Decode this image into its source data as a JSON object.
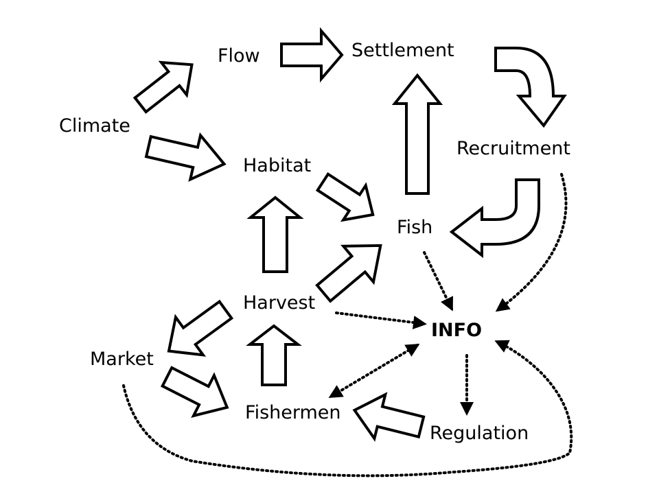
{
  "diagram": {
    "nodes": {
      "climate": "Climate",
      "flow": "Flow",
      "settlement": "Settlement",
      "recruitment": "Recruitment",
      "habitat": "Habitat",
      "fish": "Fish",
      "harvest": "Harvest",
      "info": "INFO",
      "market": "Market",
      "fishermen": "Fishermen",
      "regulation": "Regulation"
    },
    "block_arrows": [
      {
        "from": "Climate",
        "to": "Flow"
      },
      {
        "from": "Flow",
        "to": "Settlement"
      },
      {
        "from": "Settlement",
        "to": "Recruitment"
      },
      {
        "from": "Climate",
        "to": "Habitat"
      },
      {
        "from": "Fish",
        "to": "Settlement"
      },
      {
        "from": "Habitat",
        "to": "Fish"
      },
      {
        "from": "Recruitment",
        "to": "Fish"
      },
      {
        "from": "Harvest",
        "to": "Habitat"
      },
      {
        "from": "Harvest",
        "to": "Fish"
      },
      {
        "from": "Harvest",
        "to": "Market"
      },
      {
        "from": "Fishermen",
        "to": "Harvest"
      },
      {
        "from": "Market",
        "to": "Fishermen"
      },
      {
        "from": "Regulation",
        "to": "Fishermen"
      }
    ],
    "dotted_links": [
      {
        "from": "Fish",
        "to": "INFO"
      },
      {
        "from": "Recruitment",
        "to": "INFO"
      },
      {
        "from": "Harvest",
        "to": "INFO"
      },
      {
        "from": "INFO",
        "to": "Fishermen",
        "bidirectional": true
      },
      {
        "from": "INFO",
        "to": "Regulation"
      },
      {
        "from": "Market",
        "to": "INFO"
      }
    ],
    "colors": {
      "stroke": "#000000",
      "fill": "#ffffff",
      "background": "#ffffff"
    }
  }
}
